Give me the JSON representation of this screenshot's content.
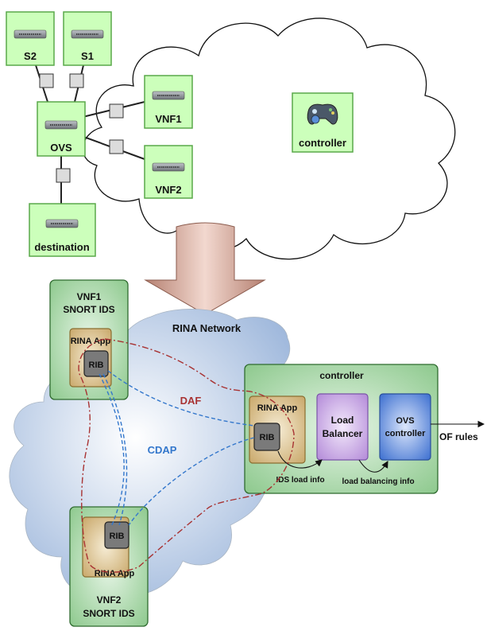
{
  "top": {
    "switches": {
      "s2": "S2",
      "s1": "S1",
      "ovs": "OVS",
      "vnf1": "VNF1",
      "vnf2": "VNF2",
      "destination": "destination",
      "controller": "controller"
    }
  },
  "bottom": {
    "network_label": "RINA Network",
    "vnf1": {
      "line1": "VNF1",
      "line2": "SNORT IDS",
      "app": "RINA App",
      "rib": "RIB"
    },
    "vnf2": {
      "line1": "VNF2",
      "line2": "SNORT IDS",
      "app": "RINA App",
      "rib": "RIB"
    },
    "controller": {
      "title": "controller",
      "app": "RINA App",
      "rib": "RIB",
      "lb_line1": "Load",
      "lb_line2": "Balancer",
      "ovs_line1": "OVS",
      "ovs_line2": "controller"
    },
    "daf_label": "DAF",
    "cdap_label": "CDAP",
    "ids_load_info": "IDS load info",
    "load_balancing_info": "load balancing info",
    "of_rules": "OF rules"
  },
  "colors": {
    "switch_fill": "#ccffbb",
    "switch_stroke": "#5aa84a",
    "cloud_blue": "#b8cce6",
    "green_box": "#a9d6a9",
    "app_box": "#d8c08a",
    "rib_box": "#7a7a7a",
    "lb_box": "#c9a8e8",
    "ovsc_box": "#4f7fd8",
    "daf_line": "#a83232",
    "cdap_line": "#3377cc",
    "arrow_brown": "#c99a8a"
  },
  "icons": [
    "switch-icon",
    "gamepad-icon",
    "down-arrow-icon",
    "connector-icon"
  ]
}
